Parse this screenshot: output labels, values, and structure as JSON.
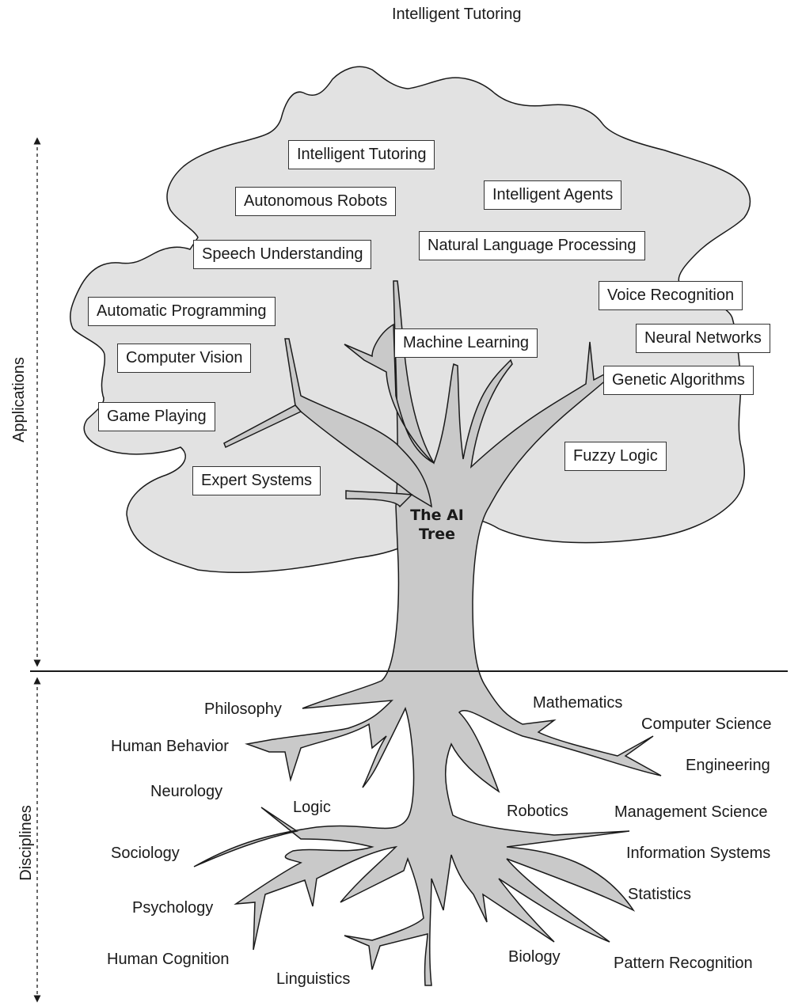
{
  "header_label": "Intelligent Tutoring",
  "tree_title_line1": "The AI",
  "tree_title_line2": "Tree",
  "side_labels": {
    "top": "Applications",
    "bottom": "Disciplines"
  },
  "applications": [
    "Intelligent Tutoring",
    "Autonomous Robots",
    "Intelligent Agents",
    "Speech Understanding",
    "Natural Language Processing",
    "Automatic Programming",
    "Voice Recognition",
    "Machine Learning",
    "Neural Networks",
    "Computer Vision",
    "Genetic Algorithms",
    "Game Playing",
    "Fuzzy Logic",
    "Expert Systems"
  ],
  "disciplines": [
    "Philosophy",
    "Mathematics",
    "Computer Science",
    "Human Behavior",
    "Engineering",
    "Neurology",
    "Logic",
    "Robotics",
    "Management Science",
    "Sociology",
    "Information Systems",
    "Statistics",
    "Psychology",
    "Human Cognition",
    "Biology",
    "Pattern Recognition",
    "Linguistics"
  ],
  "colors": {
    "canopy": "#e2e2e2",
    "trunk": "#c9c9c9",
    "outline": "#1a1a1a"
  }
}
